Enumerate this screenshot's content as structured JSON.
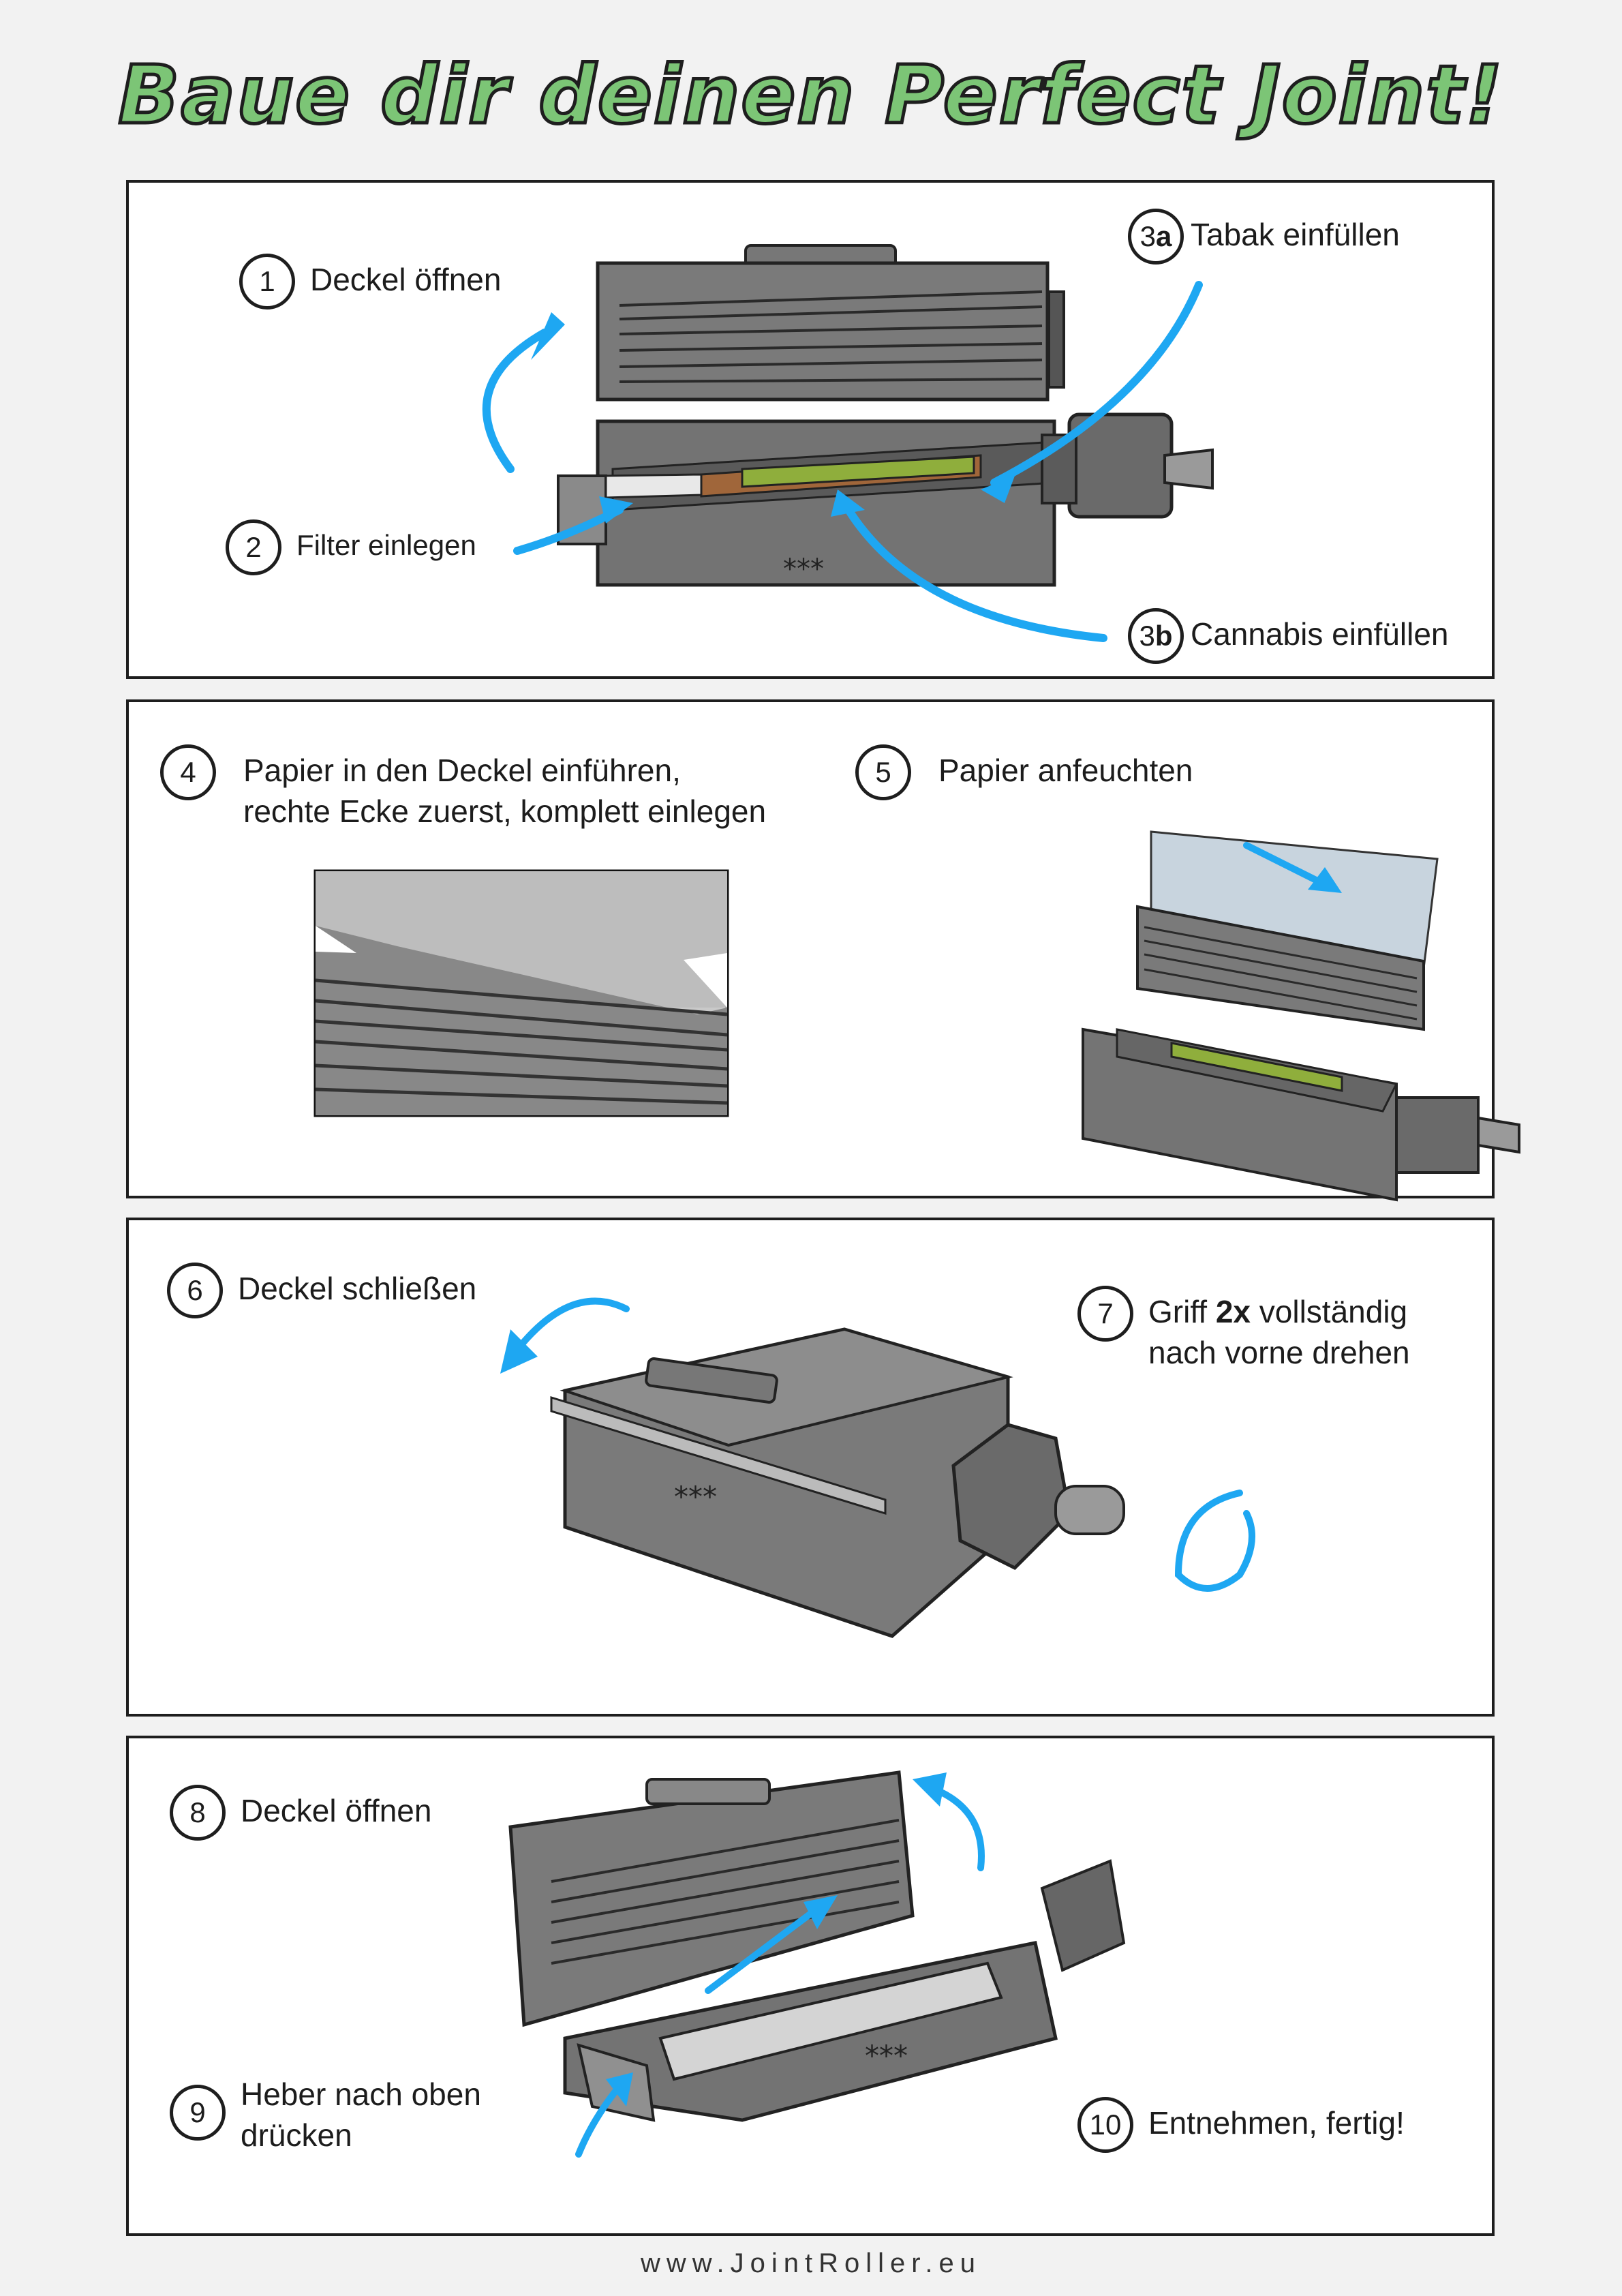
{
  "title": "Baue dir deinen Perfect Joint!",
  "footer": "www.JointRoller.eu",
  "colors": {
    "title_fill": "#7cc576",
    "arrow": "#1ea7f2",
    "device": "#6f6f6f"
  },
  "steps": {
    "s1": {
      "num": "1",
      "label": "Deckel öffnen"
    },
    "s2": {
      "num": "2",
      "label": "Filter einlegen"
    },
    "s3a": {
      "num": "3",
      "sub": "a",
      "label": "Tabak einfüllen"
    },
    "s3b": {
      "num": "3",
      "sub": "b",
      "label": "Cannabis einfüllen"
    },
    "s4": {
      "num": "4",
      "label": "Papier in den Deckel einführen,\nrechte Ecke zuerst, komplett einlegen"
    },
    "s5": {
      "num": "5",
      "label": "Papier anfeuchten"
    },
    "s6": {
      "num": "6",
      "label": "Deckel schließen"
    },
    "s7": {
      "num": "7",
      "label_pre": "Griff ",
      "label_bold": "2x",
      "label_post": " vollständig\nnach vorne drehen"
    },
    "s8": {
      "num": "8",
      "label": "Deckel öffnen"
    },
    "s9": {
      "num": "9",
      "label": "Heber nach oben\ndrücken"
    },
    "s10": {
      "num": "10",
      "label": "Entnehmen, fertig!"
    }
  },
  "device_marking": "***"
}
